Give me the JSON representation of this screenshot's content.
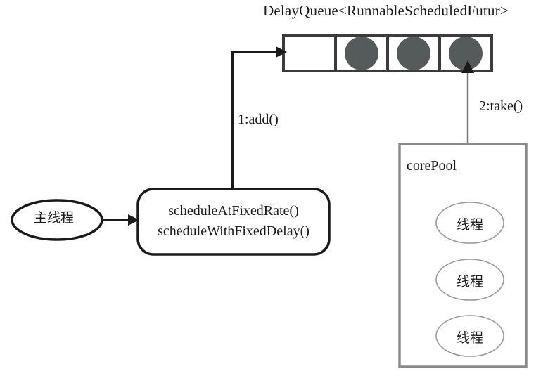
{
  "diagram": {
    "title": "DelayQueue<RunnableScheduledFutur>",
    "queue": {
      "name": "delay-queue",
      "cells": [
        {
          "filled": false
        },
        {
          "filled": true
        },
        {
          "filled": true
        },
        {
          "filled": true
        }
      ],
      "cell_fill_color": "#555a5a",
      "border_color": "#3c3c3c"
    },
    "actor": {
      "label": "主线程"
    },
    "scheduler_box": {
      "lines": [
        "scheduleAtFixedRate()",
        "scheduleWithFixedDelay()"
      ]
    },
    "core_pool": {
      "label": "corePool",
      "threads": [
        {
          "label": "线程"
        },
        {
          "label": "线程"
        },
        {
          "label": "线程"
        }
      ],
      "border_color": "#8a8a8a"
    },
    "edges": [
      {
        "name": "add-edge",
        "label": "1:add()",
        "from": "scheduler-box",
        "to": "delay-queue"
      },
      {
        "name": "take-edge",
        "label": "2:take()",
        "from": "core-pool-thread-1",
        "to": "delay-queue-cell-4"
      },
      {
        "name": "invoke-edge",
        "label": "",
        "from": "main-thread",
        "to": "scheduler-box"
      }
    ]
  }
}
